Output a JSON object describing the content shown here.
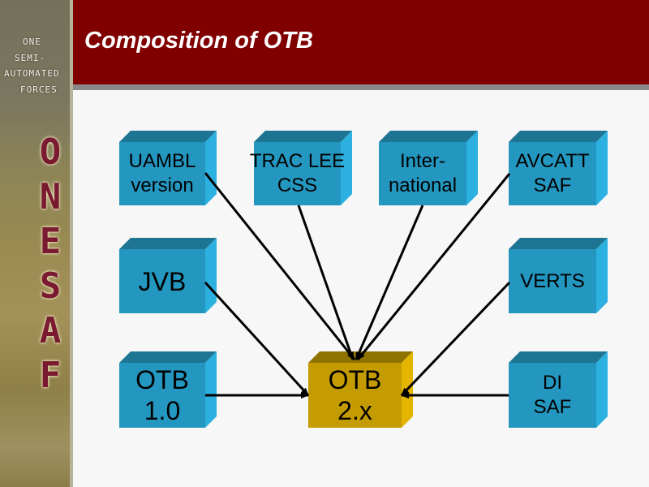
{
  "sidebar": {
    "small_lines": [
      "ONE",
      "SEMI-",
      "AUTOMATED",
      "FORCES"
    ],
    "big_letters": [
      "O",
      "N",
      "E",
      "S",
      "A",
      "F"
    ]
  },
  "header": {
    "title": "Composition of OTB"
  },
  "colors": {
    "title_bar": "#800000",
    "box_front": "#2497c0",
    "box_top": "#1e7593",
    "box_side": "#2cb0e0",
    "target_front": "#c49b00",
    "target_top": "#8f7300",
    "target_side": "#e3b400"
  },
  "diagram": {
    "nodes": [
      {
        "id": "uambl",
        "lines": [
          "UAMBL",
          "version"
        ],
        "kind": "source"
      },
      {
        "id": "trac",
        "lines": [
          "TRAC LEE",
          "CSS"
        ],
        "kind": "source"
      },
      {
        "id": "intl",
        "lines": [
          "Inter-",
          "national"
        ],
        "kind": "source"
      },
      {
        "id": "avcatt",
        "lines": [
          "AVCATT",
          "SAF"
        ],
        "kind": "source"
      },
      {
        "id": "jvb",
        "lines": [
          "JVB"
        ],
        "kind": "source"
      },
      {
        "id": "verts",
        "lines": [
          "VERTS"
        ],
        "kind": "source"
      },
      {
        "id": "otb10",
        "lines": [
          "OTB",
          "1.0"
        ],
        "kind": "source"
      },
      {
        "id": "otb2x",
        "lines": [
          "OTB",
          "2.x"
        ],
        "kind": "target"
      },
      {
        "id": "disaf",
        "lines": [
          "DI",
          "SAF"
        ],
        "kind": "source"
      }
    ],
    "edges": [
      {
        "from": "uambl",
        "to": "otb2x"
      },
      {
        "from": "trac",
        "to": "otb2x"
      },
      {
        "from": "intl",
        "to": "otb2x"
      },
      {
        "from": "avcatt",
        "to": "otb2x"
      },
      {
        "from": "jvb",
        "to": "otb2x"
      },
      {
        "from": "verts",
        "to": "otb2x"
      },
      {
        "from": "otb10",
        "to": "otb2x"
      },
      {
        "from": "disaf",
        "to": "otb2x"
      }
    ]
  }
}
